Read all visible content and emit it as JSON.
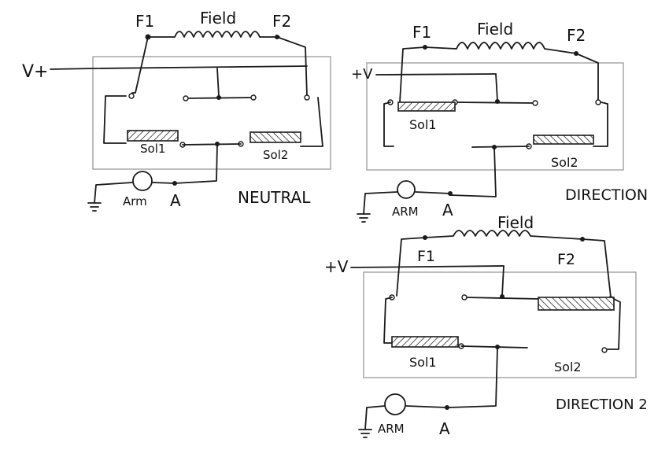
{
  "colors": {
    "ink": "#1a1a1a",
    "frame": "#9a9a9a",
    "hatch": "#555555",
    "paper": "#ffffff"
  },
  "diagrams": {
    "neutral": {
      "title": "NEUTRAL",
      "supply": "V+",
      "f1": "F1",
      "f2": "F2",
      "field": "Field",
      "sol1": "Sol1",
      "sol2": "Sol2",
      "arm": "Arm",
      "a": "A"
    },
    "direction1": {
      "title": "DIRECTION",
      "supply": "+V",
      "f1": "F1",
      "f2": "F2",
      "field": "Field",
      "sol1": "Sol1",
      "sol2": "Sol2",
      "arm": "ARM",
      "a": "A"
    },
    "direction2": {
      "title": "DIRECTION 2",
      "supply": "+V",
      "f1": "F1",
      "f2": "F2",
      "field": "Field",
      "sol1": "Sol1",
      "sol2": "Sol2",
      "arm": "ARM",
      "a": "A"
    }
  }
}
